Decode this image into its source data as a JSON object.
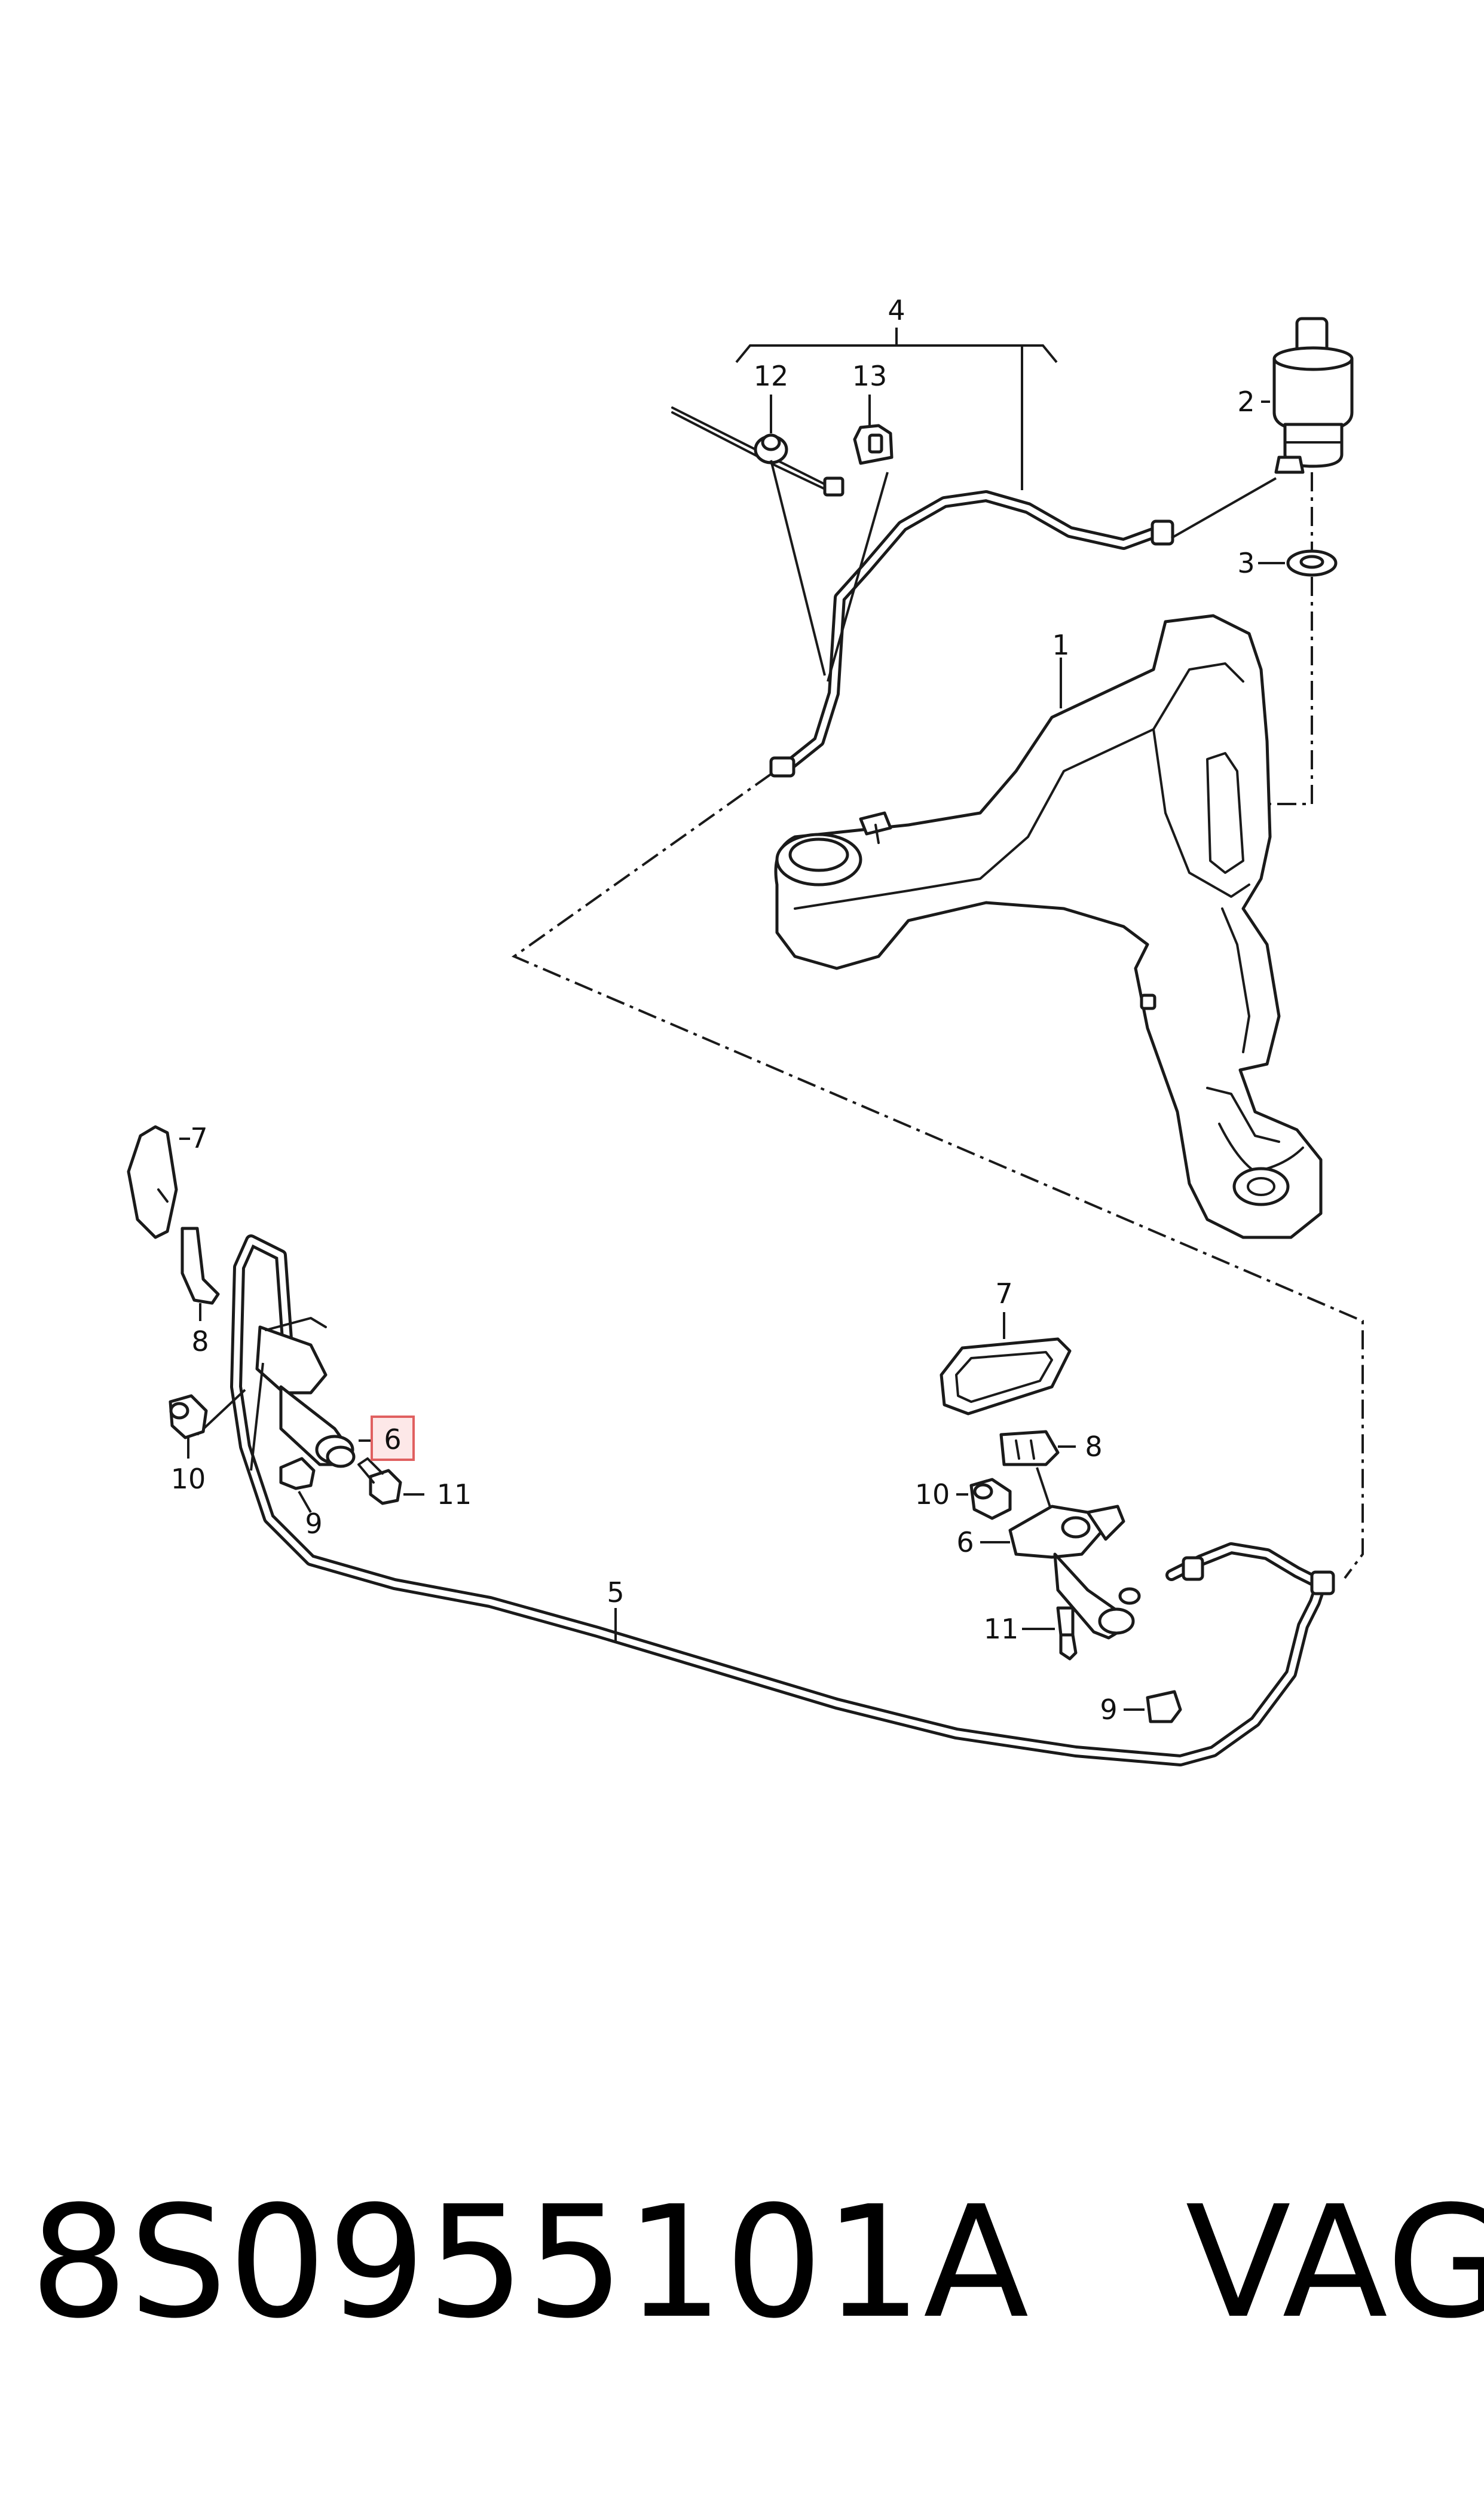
{
  "callouts": {
    "c1": "1",
    "c2": "2",
    "c3": "3",
    "c4": "4",
    "c5": "5",
    "c6_left": "6",
    "c6_right": "6",
    "c7_left": "7",
    "c7_right": "7",
    "c8_left": "8",
    "c8_right": "8",
    "c9_left": "9",
    "c9_right": "9",
    "c10_left": "10",
    "c10_right": "10",
    "c11_left": "11",
    "c11_right": "11",
    "c12": "12",
    "c13": "13"
  },
  "highlighted_callout": "6",
  "footer": {
    "part_number": "8S0955101A",
    "brand": "VAG"
  },
  "colors": {
    "highlight_fill": "#fde8e8",
    "highlight_stroke": "#e06060",
    "line": "#1a1a1a"
  }
}
